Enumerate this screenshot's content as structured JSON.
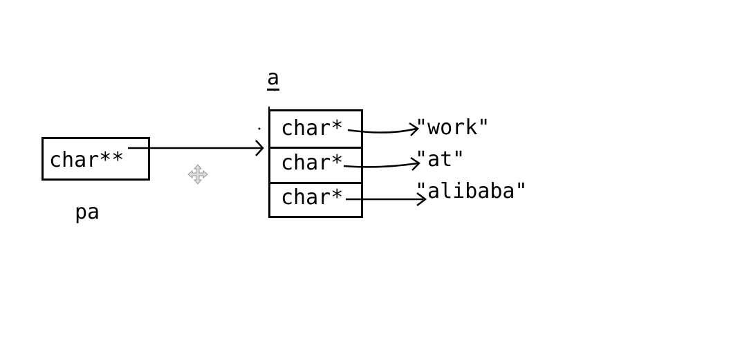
{
  "pointer": {
    "type_label": "char**",
    "name": "pa"
  },
  "array": {
    "name": "a",
    "cells": [
      {
        "type_label": "char*",
        "target": "\"work\""
      },
      {
        "type_label": "char*",
        "target": "\"at\""
      },
      {
        "type_label": "char*",
        "target": "\"alibaba\""
      }
    ]
  },
  "icons": {
    "cursor": "move-cursor-icon"
  }
}
